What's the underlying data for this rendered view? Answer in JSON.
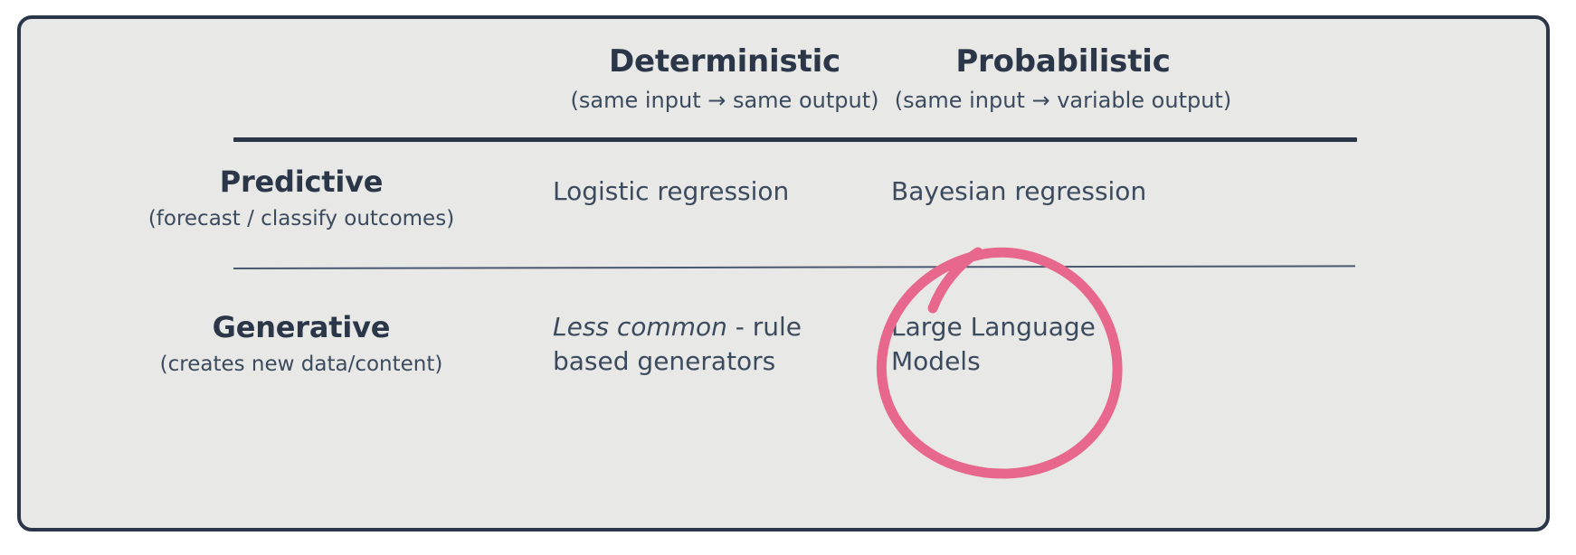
{
  "matrix": {
    "columns": [
      {
        "id": "label-col",
        "title": "",
        "subtitle": ""
      },
      {
        "id": "deterministic",
        "title": "Deterministic",
        "subtitle": "(same input → same output)"
      },
      {
        "id": "probabilistic",
        "title": "Probabilistic",
        "subtitle": "(same input → variable output)"
      }
    ],
    "rows": [
      {
        "id": "predictive",
        "title": "Predictive",
        "subtitle": "(forecast / classify outcomes)",
        "cells": [
          {
            "id": "predictive-deterministic",
            "emphasis": "",
            "text": "Logistic regression"
          },
          {
            "id": "predictive-probabilistic",
            "emphasis": "",
            "text": "Bayesian regression"
          }
        ]
      },
      {
        "id": "generative",
        "title": "Generative",
        "subtitle": "(creates new data/content)",
        "cells": [
          {
            "id": "generative-deterministic",
            "emphasis": "Less common",
            "text": " - rule based generators"
          },
          {
            "id": "generative-probabilistic",
            "emphasis": "",
            "text": "Large Language Models"
          }
        ]
      }
    ]
  },
  "annotation": {
    "kind": "hand-drawn-circle",
    "target": "Large Language Models",
    "color": "#e8678d"
  },
  "colors": {
    "card_background": "#e8e8e6",
    "border": "#2b3649",
    "heading_text": "#2b3649",
    "body_text": "#3c4a5e",
    "rule_thick": "#2b3649",
    "rule_thin": "#4a5870",
    "highlight": "#e8678d"
  }
}
